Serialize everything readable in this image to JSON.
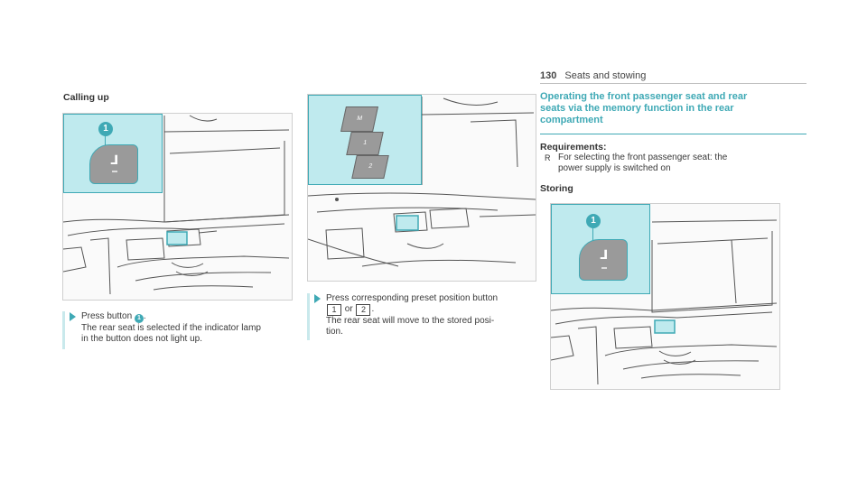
{
  "header": {
    "page_number": "130",
    "section": "Seats and stowing"
  },
  "left": {
    "subheading": "Calling up",
    "figure_callout_number": "1",
    "step_text_a": "Press button ",
    "step_badge": "1",
    "step_text_b": ".",
    "step_line2": "The rear seat is selected if the indicator lamp",
    "step_line3": "in the button does not light up."
  },
  "middle": {
    "memory_buttons": [
      "M",
      "1",
      "2"
    ],
    "step_text_a": "Press corresponding preset position button",
    "key1": "1",
    "key_sep": "or",
    "key2": "2",
    "step_end": ".",
    "step_line3": "The rear seat will move to the stored posi-",
    "step_line4": "tion."
  },
  "right": {
    "section_title_l1": "Operating the front passenger seat and rear",
    "section_title_l2": "seats via the memory function in the rear",
    "section_title_l3": "compartment",
    "requirements_title": "Requirements:",
    "req_bullet": "R",
    "req_line1": "For selecting the front passenger seat: the",
    "req_line2": "power supply is switched on",
    "storing_title": "Storing",
    "figure_callout_number": "1"
  },
  "colors": {
    "accent": "#3fa9b5",
    "callout_fill": "#bfeaee"
  },
  "icons": [
    "seat-button-icon",
    "step-arrow-icon",
    "callout-badge-icon"
  ]
}
